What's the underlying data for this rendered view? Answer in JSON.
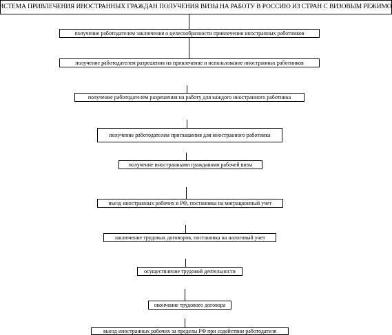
{
  "diagram": {
    "title": "СИСТЕМА ПРИВЛЕЧЕНИЯ ИНОСТРАННЫХ ГРАЖДАН ПОЛУЧЕНИЯ ВИЗЫ НА РАБОТУ В РОССИЮ ИЗ СТРАН С ВИЗОВЫМ РЕЖИМОМ",
    "steps": [
      "получение работодателем заключения о целесообразности привлечения иностранных работников",
      "получение работодателем разрешения на привлечение и использование иностранных работников",
      "получение работодателем разрешения на работу для каждого иностранного работника",
      "получение  работодателем приглашения для иностранного работника",
      "получение  иностранными гражданами рабочей визы",
      "въезд иностранных рабочих в РФ, постановка на миграционный учет",
      "заключение трудовых договоров, постановка на налоговый учет",
      "осуществление трудовой деятельности",
      "окончание трудового договора",
      "выезд иностранных рабочих за пределы РФ при содействии работодателя"
    ]
  }
}
